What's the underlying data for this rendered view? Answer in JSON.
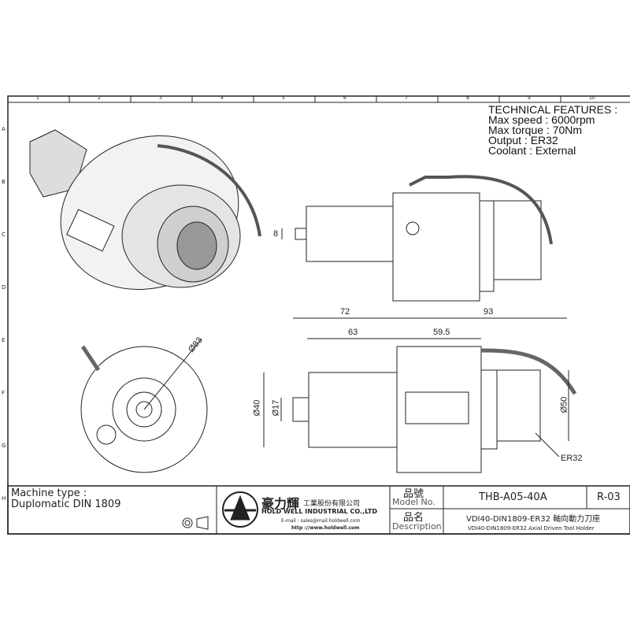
{
  "zones": {
    "columns": [
      "1",
      "2",
      "3",
      "4",
      "5",
      "6",
      "7",
      "8",
      "9",
      "10"
    ],
    "rows": [
      "A",
      "B",
      "C",
      "D",
      "E",
      "F",
      "G",
      "H"
    ]
  },
  "features": {
    "title": "TECHNICAL FEATURES :",
    "lines": [
      "Max speed : 6000rpm",
      "Max torque : 70Nm",
      "Output : ER32",
      "Coolant : External"
    ]
  },
  "dimensions": {
    "d8": "8",
    "d72": "72",
    "d93": "93",
    "d63": "63",
    "d59": "59.5",
    "d83": "Ø83",
    "d40": "Ø40",
    "d17": "Ø17",
    "d50": "Ø50",
    "er": "ER32"
  },
  "title_block": {
    "machine_label": "Machine type :",
    "machine_value": "Duplomatic DIN 1809",
    "company_cn": "豪力輝",
    "company_cn_sub": "工業股份有限公司",
    "company_en": "HOLD WELL INDUSTRIAL CO.,LTD",
    "email": "E-mail : sales@mail.holdwell.com",
    "web": "http ://www.holdwell.com",
    "model_label_cn": "品號",
    "model_label_en": "Model No.",
    "model_value": "THB-A05-40A",
    "revision": "R-03",
    "desc_label_cn": "品名",
    "desc_label_en": "Description",
    "desc_value_cn": "VDI40-DIN1809-ER32 軸向動力刀座",
    "desc_value_en": "VDI40-DIN1809-ER32 Axial Driven Tool Holder"
  }
}
